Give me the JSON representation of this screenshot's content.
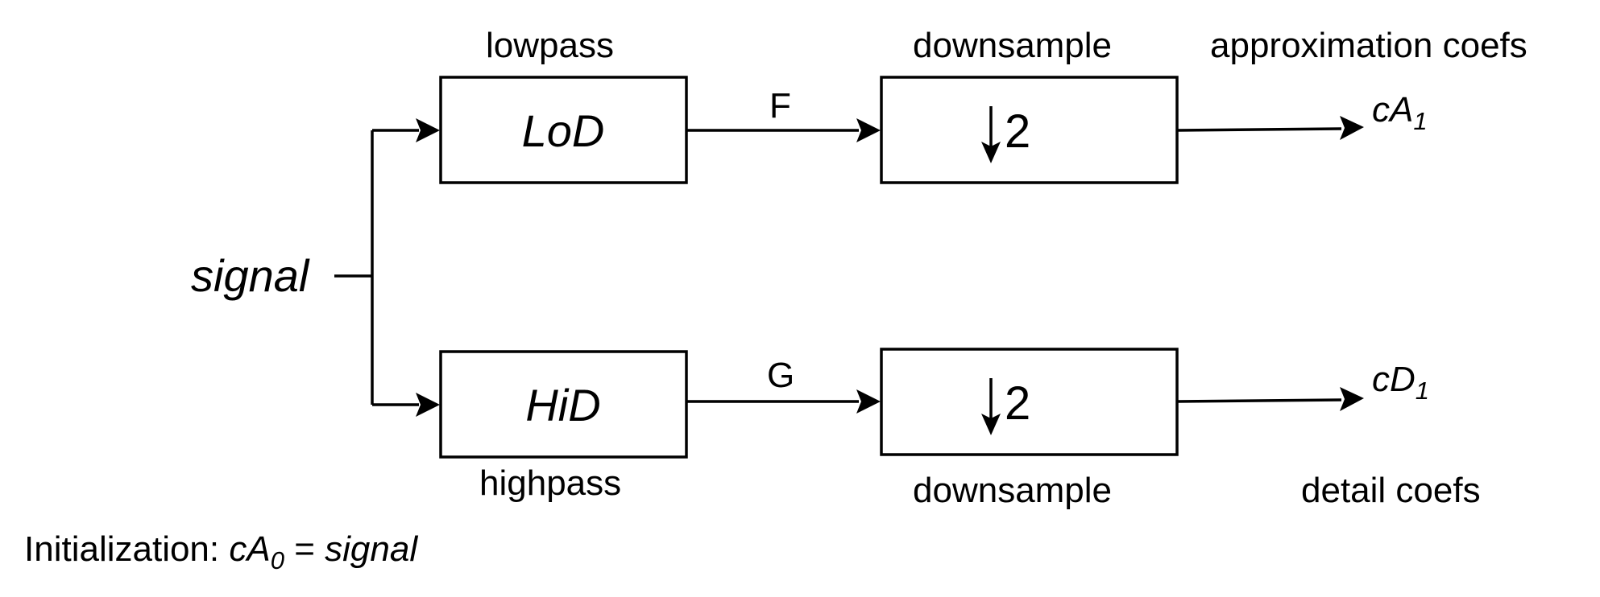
{
  "input": {
    "label": "signal"
  },
  "lowpass_branch": {
    "filter_caption": "lowpass",
    "filter_label": "LoD",
    "edge_label": "F",
    "downsample_caption": "downsample",
    "downsample_factor": "2",
    "output_caption": "approximation coefs",
    "output_var": "cA",
    "output_sub": "1"
  },
  "highpass_branch": {
    "filter_caption": "highpass",
    "filter_label": "HiD",
    "edge_label": "G",
    "downsample_caption": "downsample",
    "downsample_factor": "2",
    "output_caption": "detail coefs",
    "output_var": "cD",
    "output_sub": "1"
  },
  "footer": {
    "prefix": "Initialization: ",
    "var": "cA",
    "sub": "0",
    "equals": " = ",
    "value": "signal"
  },
  "colors": {
    "stroke": "#000000",
    "background": "#ffffff"
  }
}
